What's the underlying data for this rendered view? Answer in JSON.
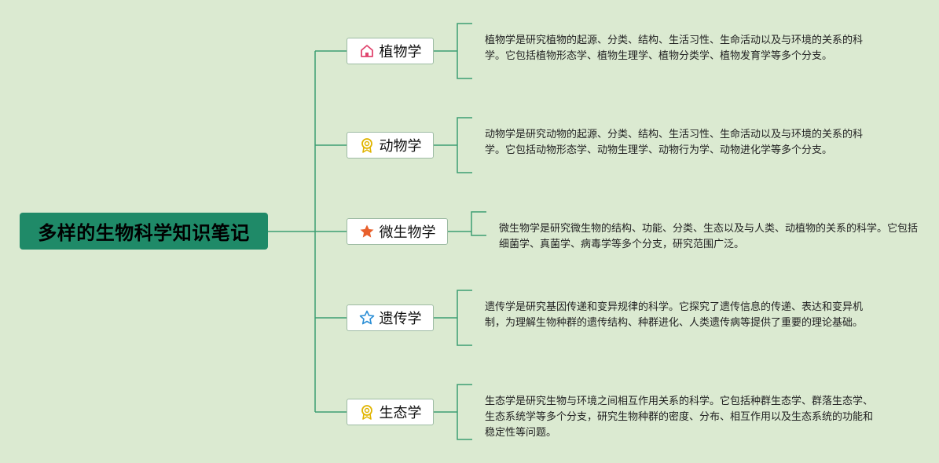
{
  "root": {
    "title": "多样的生物科学知识笔记"
  },
  "branches": [
    {
      "label": "植物学",
      "icon": "house-icon",
      "description": "植物学是研究植物的起源、分类、结构、生活习性、生命活动以及与环境的关系的科学。它包括植物形态学、植物生理学、植物分类学、植物发育学等多个分支。"
    },
    {
      "label": "动物学",
      "icon": "award-ribbon-icon",
      "description": "动物学是研究动物的起源、分类、结构、生活习性、生命活动以及与环境的关系的科学。它包括动物形态学、动物生理学、动物行为学、动物进化学等多个分支。"
    },
    {
      "label": "微生物学",
      "icon": "filled-star-icon",
      "description": "微生物学是研究微生物的结构、功能、分类、生态以及与人类、动植物的关系的科学。它包括细菌学、真菌学、病毒学等多个分支，研究范围广泛。"
    },
    {
      "label": "遗传学",
      "icon": "outline-star-icon",
      "description": "遗传学是研究基因传递和变异规律的科学。它探究了遗传信息的传递、表达和变异机制，为理解生物种群的遗传结构、种群进化、人类遗传病等提供了重要的理论基础。"
    },
    {
      "label": "生态学",
      "icon": "award-ribbon-icon",
      "description": "生态学是研究生物与环境之间相互作用关系的科学。它包括种群生态学、群落生态学、生态系统学等多个分支，研究生物种群的密度、分布、相互作用以及生态系统的功能和稳定性等问题。"
    }
  ],
  "colors": {
    "background": "#dbead1",
    "root": "#1f8a68",
    "line": "#3d9e73"
  }
}
